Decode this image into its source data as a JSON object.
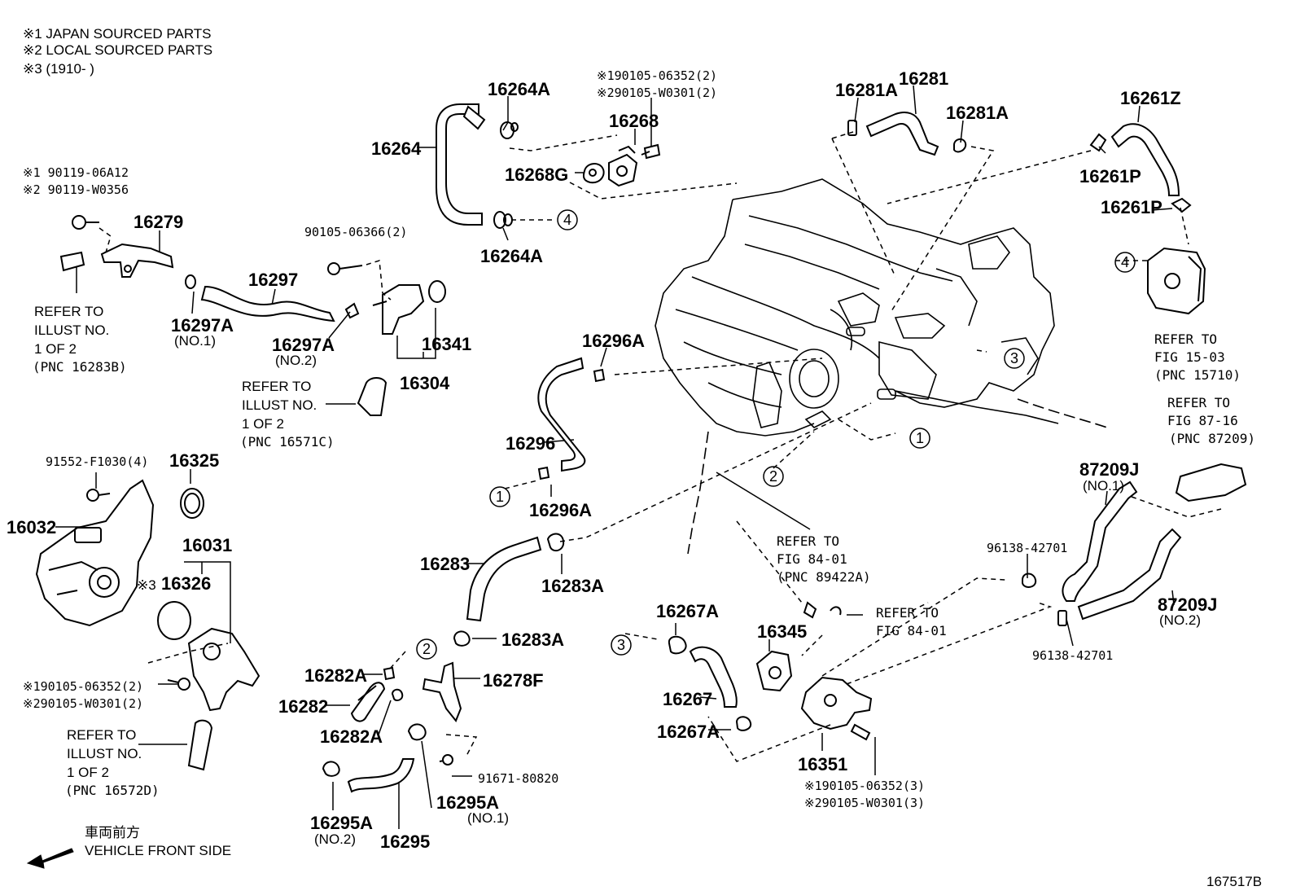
{
  "notes": {
    "n1": "※1  JAPAN SOURCED PARTS",
    "n2": "※2  LOCAL SOURCED PARTS",
    "n3": "※3 (1910-       )"
  },
  "parts": {
    "p16264A_top": "16264A",
    "p16264": "16264",
    "p16264A_bot": "16264A",
    "p16268": "16268",
    "p16268G": "16268G",
    "bolt_top_1": "※190105-06352(2)",
    "bolt_top_2": "※290105-W0301(2)",
    "p16281A_l": "16281A",
    "p16281": "16281",
    "p16281A_r": "16281A",
    "p16261Z": "16261Z",
    "p16261P_a": "16261P",
    "p16261P_b": "16261P",
    "bolt_left_1": "※1 90119-06A12",
    "bolt_left_2": "※2 90119-W0356",
    "p16279": "16279",
    "p90105_06366": "90105-06366(2)",
    "p16297": "16297",
    "p16297A_1": "16297A",
    "p16297A_1_sub": "(NO.1)",
    "p16297A_2": "16297A",
    "p16297A_2_sub": "(NO.2)",
    "p16341": "16341",
    "p16304": "16304",
    "p16296A_top": "16296A",
    "p16296": "16296",
    "p16296A_bot": "16296A",
    "p91552": "91552-F1030(4)",
    "p16325": "16325",
    "p16032": "16032",
    "p16031": "16031",
    "p16326_mark": "※3",
    "p16326": "16326",
    "bolt_wp_1": "※190105-06352(2)",
    "bolt_wp_2": "※290105-W0301(2)",
    "p16283": "16283",
    "p16283A_a": "16283A",
    "p16283A_b": "16283A",
    "p16282A_a": "16282A",
    "p16282": "16282",
    "p16282A_b": "16282A",
    "p16278F": "16278F",
    "p91671": "91671-80820",
    "p16295A_1": "16295A",
    "p16295A_1_sub": "(NO.1)",
    "p16295A_2": "16295A",
    "p16295A_2_sub": "(NO.2)",
    "p16295": "16295",
    "p16267A_a": "16267A",
    "p16267": "16267",
    "p16267A_b": "16267A",
    "p16345": "16345",
    "p16351": "16351",
    "bolt_bot_1": "※190105-06352(3)",
    "bolt_bot_2": "※290105-W0301(3)",
    "p87209J_1": "87209J",
    "p87209J_1_sub": "(NO.1)",
    "p87209J_2": "87209J",
    "p87209J_2_sub": "(NO.2)",
    "p96138_a": "96138-42701",
    "p96138_b": "96138-42701"
  },
  "refs": {
    "r1": [
      "REFER TO",
      "ILLUST NO.",
      "1 OF 2",
      "(PNC 16283B)"
    ],
    "r2": [
      "REFER TO",
      "ILLUST NO.",
      "1 OF 2",
      "(PNC 16571C)"
    ],
    "r3": [
      "REFER TO",
      "ILLUST NO.",
      "1 OF 2",
      "(PNC 16572D)"
    ],
    "r4": [
      "REFER TO",
      "FIG 15-03",
      "(PNC 15710)"
    ],
    "r5": [
      "REFER TO",
      "FIG 87-16",
      "(PNC 87209)"
    ],
    "r6": [
      "REFER TO",
      "FIG 84-01",
      "(PNC 89422A)"
    ],
    "r7": [
      "REFER TO",
      "FIG 84-01"
    ]
  },
  "callouts": {
    "c1a": "1",
    "c1b": "1",
    "c2a": "2",
    "c2b": "2",
    "c3a": "3",
    "c3b": "3",
    "c4a": "4",
    "c4b": "4"
  },
  "direction": {
    "jp": "車両前方",
    "en": "VEHICLE FRONT SIDE"
  },
  "figure_id": "167517B"
}
